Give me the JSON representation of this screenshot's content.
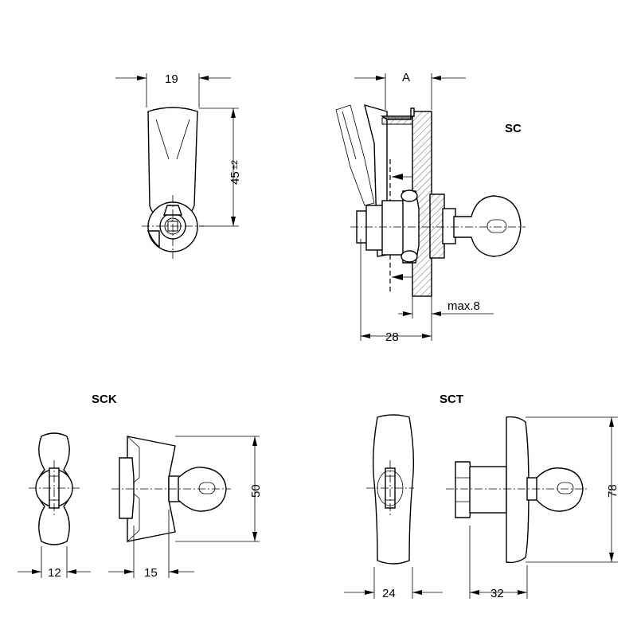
{
  "views": {
    "sc": {
      "label": "SC",
      "dim_width": "19",
      "dim_height": "45",
      "dim_height_tol": "±2",
      "dim_a": "A",
      "dim_depth": "28",
      "dim_max": "max.8"
    },
    "sck": {
      "label": "SCK",
      "dim_width": "12",
      "dim_depth": "15",
      "dim_height": "50"
    },
    "sct": {
      "label": "SCT",
      "dim_width": "24",
      "dim_depth": "32",
      "dim_height": "78"
    }
  }
}
